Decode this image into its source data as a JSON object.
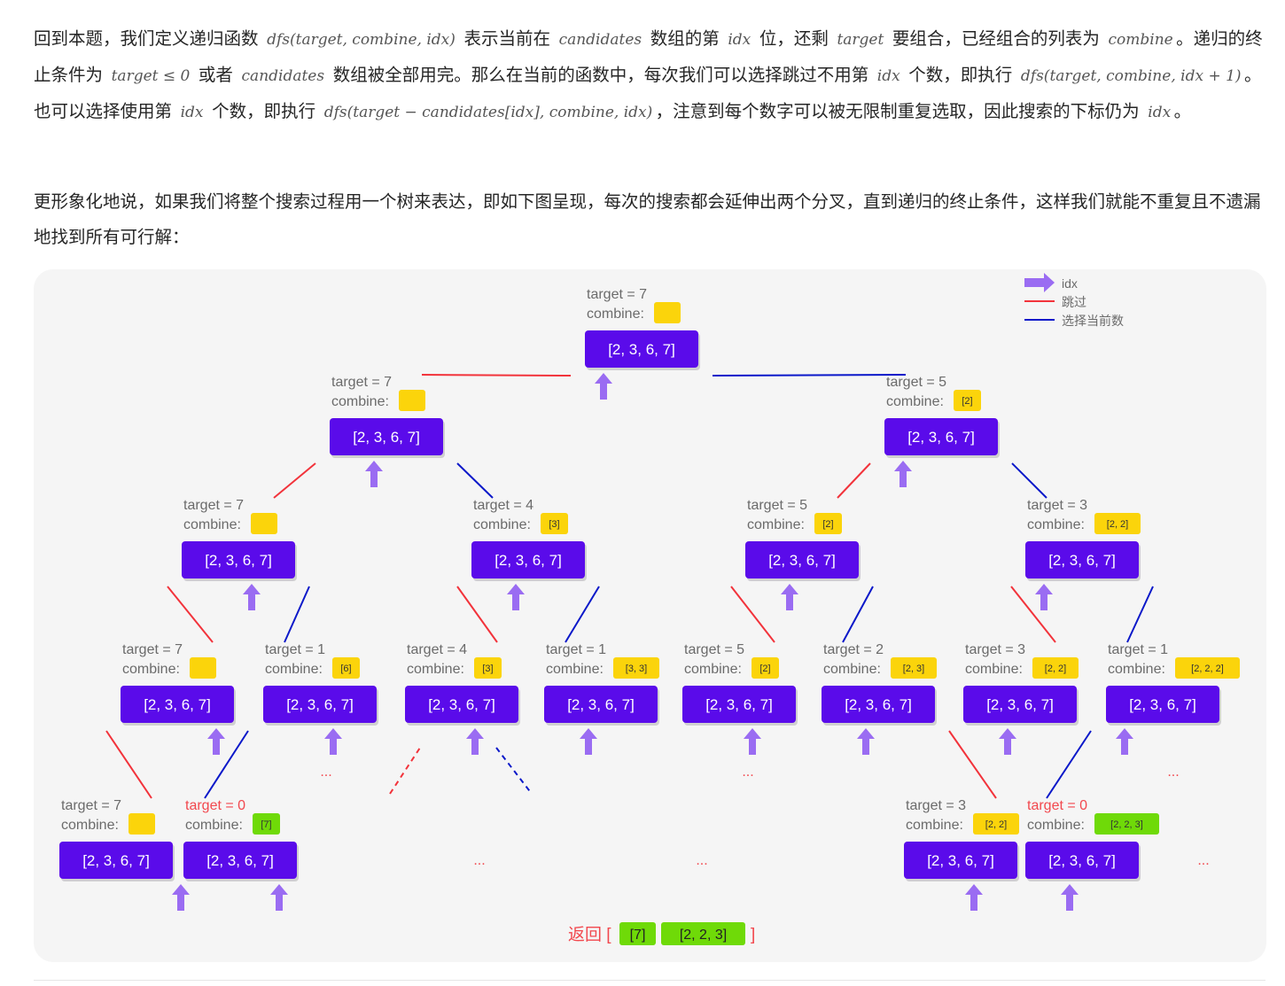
{
  "text": {
    "p1": [
      {
        "t": "回到本题，我们定义递归函数 "
      },
      {
        "m": "dfs(target, combine, idx)"
      },
      {
        "t": " 表示当前在 "
      },
      {
        "m": "candidates"
      },
      {
        "t": " 数组的第 "
      },
      {
        "m": "idx"
      },
      {
        "t": " 位，还剩 "
      },
      {
        "m": "target"
      },
      {
        "t": " 要组合，已经组合的列表为 "
      },
      {
        "m": "combine"
      },
      {
        "t": "。递归的终止条件为 "
      },
      {
        "m": "target ≤ 0"
      },
      {
        "t": " 或者 "
      },
      {
        "m": "candidates"
      },
      {
        "t": " 数组被全部用完。那么在当前的函数中，每次我们可以选择跳过不用第 "
      },
      {
        "m": "idx"
      },
      {
        "t": " 个数，即执行 "
      },
      {
        "m": "dfs(target, combine, idx + 1)"
      },
      {
        "t": "。也可以选择使用第 "
      },
      {
        "m": "idx"
      },
      {
        "t": " 个数，即执行 "
      },
      {
        "m": "dfs(target − candidates[idx], combine, idx)"
      },
      {
        "t": "，注意到每个数字可以被无限制重复选取，因此搜索的下标仍为 "
      },
      {
        "m": "idx"
      },
      {
        "t": "。"
      }
    ],
    "p2": "更形象化地说，如果我们将整个搜索过程用一个树来表达，即如下图呈现，每次的搜索都会延伸出两个分叉，直到递归的终止条件，这样我们就能不重复且不遗漏地找到所有可行解："
  },
  "diagram": {
    "colors": {
      "node_fill": "#5a0bea",
      "node_text": "#ffffff",
      "arrow": "#9a6cf2",
      "skip_line": "#f2333b",
      "choose_line": "#0b18c9",
      "combine_box": "#fbd40b",
      "result_box": "#6fda08",
      "label_gray": "#6b6b6b",
      "label_red": "#f2484e",
      "background": "#f5f5f5",
      "watermark": "#ececec"
    },
    "legend": {
      "idx": "idx",
      "skip": "跳过",
      "choose": "选择当前数"
    },
    "node_array": "[2, 3, 6, 7]",
    "combine_label": "combine:",
    "nodes": [
      {
        "id": "root",
        "target": "target = 7",
        "combine": "",
        "idx": 0
      },
      {
        "id": "l1a",
        "target": "target = 7",
        "combine": "",
        "idx": 1
      },
      {
        "id": "l1b",
        "target": "target = 5",
        "combine": "[2]",
        "idx": 0
      },
      {
        "id": "l2a",
        "target": "target = 7",
        "combine": "",
        "idx": 2
      },
      {
        "id": "l2b",
        "target": "target = 4",
        "combine": "[3]",
        "idx": 1
      },
      {
        "id": "l2c",
        "target": "target = 5",
        "combine": "[2]",
        "idx": 1
      },
      {
        "id": "l2d",
        "target": "target = 3",
        "combine": "[2, 2]",
        "idx": 0
      },
      {
        "id": "l3a",
        "target": "target = 7",
        "combine": "",
        "idx": 3
      },
      {
        "id": "l3b",
        "target": "target = 1",
        "combine": "[6]",
        "idx": 2
      },
      {
        "id": "l3c",
        "target": "target = 4",
        "combine": "[3]",
        "idx": 2
      },
      {
        "id": "l3d",
        "target": "target = 1",
        "combine": "[3, 3]",
        "idx": 1
      },
      {
        "id": "l3e",
        "target": "target = 5",
        "combine": "[2]",
        "idx": 2
      },
      {
        "id": "l3f",
        "target": "target = 2",
        "combine": "[2, 3]",
        "idx": 1
      },
      {
        "id": "l3g",
        "target": "target = 3",
        "combine": "[2, 2]",
        "idx": 1
      },
      {
        "id": "l3h",
        "target": "target = 1",
        "combine": "[2, 2, 2]",
        "idx": 0
      },
      {
        "id": "l4a",
        "target": "target = 7",
        "combine": "",
        "idx": 4
      },
      {
        "id": "l4b",
        "target": "target = 0",
        "combine": "[7]",
        "idx": 3,
        "hit": true
      },
      {
        "id": "l4c",
        "target": "target = 3",
        "combine": "[2, 2]",
        "idx": 2
      },
      {
        "id": "l4d",
        "target": "target = 0",
        "combine": "[2, 2, 3]",
        "idx": 1,
        "hit": true
      }
    ],
    "edges": [
      {
        "from": "root",
        "to": "l1a",
        "kind": "skip"
      },
      {
        "from": "root",
        "to": "l1b",
        "kind": "choose"
      },
      {
        "from": "l1a",
        "to": "l2a",
        "kind": "skip"
      },
      {
        "from": "l1a",
        "to": "l2b",
        "kind": "choose"
      },
      {
        "from": "l1b",
        "to": "l2c",
        "kind": "skip"
      },
      {
        "from": "l1b",
        "to": "l2d",
        "kind": "choose"
      },
      {
        "from": "l2a",
        "to": "l3a",
        "kind": "skip"
      },
      {
        "from": "l2a",
        "to": "l3b",
        "kind": "choose"
      },
      {
        "from": "l2b",
        "to": "l3c",
        "kind": "skip"
      },
      {
        "from": "l2b",
        "to": "l3d",
        "kind": "choose"
      },
      {
        "from": "l2c",
        "to": "l3e",
        "kind": "skip"
      },
      {
        "from": "l2c",
        "to": "l3f",
        "kind": "choose"
      },
      {
        "from": "l2d",
        "to": "l3g",
        "kind": "skip"
      },
      {
        "from": "l2d",
        "to": "l3h",
        "kind": "choose"
      },
      {
        "from": "l3a",
        "to": "l4a",
        "kind": "skip"
      },
      {
        "from": "l3a",
        "to": "l4b",
        "kind": "choose"
      },
      {
        "from": "l3g",
        "to": "l4c",
        "kind": "skip"
      },
      {
        "from": "l3g",
        "to": "l4d",
        "kind": "choose"
      }
    ],
    "ellipsis": "...",
    "result": {
      "prefix": "返回 [",
      "items": [
        "[7]",
        "[2, 2, 3]"
      ],
      "suffix": "]"
    }
  }
}
